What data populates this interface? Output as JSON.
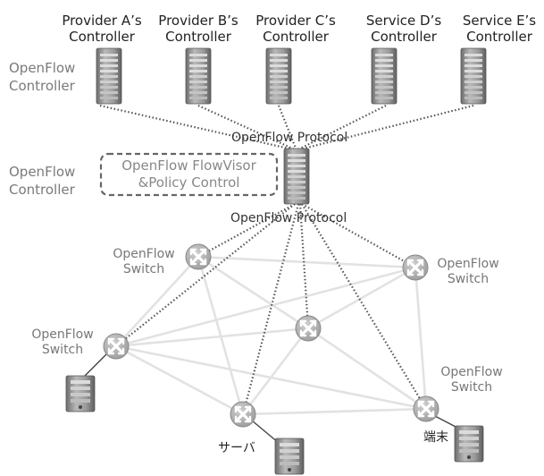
{
  "controllers": [
    {
      "line1": "Provider A’s",
      "line2": "Controller"
    },
    {
      "line1": "Provider B’s",
      "line2": "Controller"
    },
    {
      "line1": "Provider C’s",
      "line2": "Controller"
    },
    {
      "line1": "Service D’s",
      "line2": "Controller"
    },
    {
      "line1": "Service E’s",
      "line2": "Controller"
    }
  ],
  "side_labels": {
    "top": {
      "line1": "OpenFlow",
      "line2": "Controller"
    },
    "middle": {
      "line1": "OpenFlow",
      "line2": "Controller"
    }
  },
  "protocol_labels": {
    "upper": "OpenFlow Protocol",
    "lower": "OpenFlow Protocol"
  },
  "flowvisor": {
    "line1": "OpenFlow FlowVisor",
    "line2": "&Policy Control"
  },
  "switch_labels": [
    {
      "line1": "OpenFlow",
      "line2": "Switch"
    },
    {
      "line1": "OpenFlow",
      "line2": "Switch"
    },
    {
      "line1": "OpenFlow",
      "line2": "Switch"
    },
    {
      "line1": "OpenFlow",
      "line2": "Switch"
    }
  ],
  "host_labels": {
    "server": "サーバ",
    "terminal": "端末"
  },
  "colors": {
    "server_body": "#9a9a9a",
    "switch_fill": "#b8b8b8",
    "mesh_line": "#e2e2e2",
    "dotted_line": "#555555",
    "dashed_box": "#666666"
  }
}
